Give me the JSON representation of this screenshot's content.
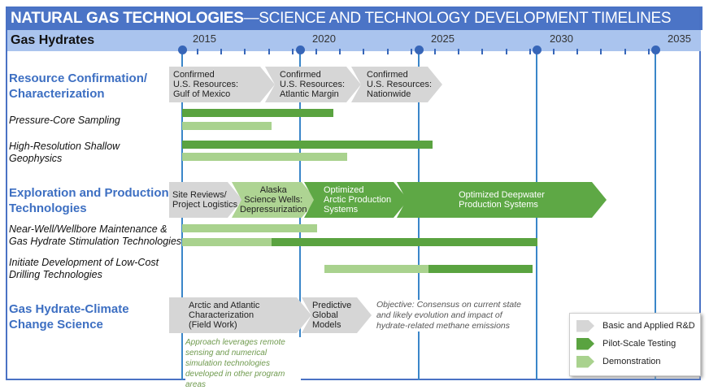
{
  "title": {
    "bold": "NATURAL GAS TECHNOLOGIES",
    "rest": "—SCIENCE AND TECHNOLOGY DEVELOPMENT TIMELINES"
  },
  "header": {
    "label": "Gas Hydrates",
    "years": [
      "2015",
      "2020",
      "2025",
      "2030",
      "2035"
    ]
  },
  "sections": {
    "resource": {
      "title_1": "Resource Confirmation/",
      "title_2": "Characterization",
      "arrows": [
        "Confirmed\nU.S. Resources:\nGulf of Mexico",
        "Confirmed\nU.S. Resources:\nAtlantic Margin",
        "Confirmed\nU.S. Resources:\nNationwide"
      ],
      "rows": [
        {
          "label_1": "Pressure-Core Sampling",
          "label_2": ""
        },
        {
          "label_1": "High-Resolution Shallow",
          "label_2": "Geophysics"
        }
      ]
    },
    "exploration": {
      "title_1": "Exploration and Production",
      "title_2": "Technologies",
      "arrows": [
        "Site Reviews/\nProject Logistics",
        "Alaska\nScience Wells:\nDepressurization",
        "Optimized\nArctic Production\nSystems",
        "Optimized Deepwater\nProduction Systems"
      ],
      "rows": [
        {
          "label_1": "Near-Well/Wellbore Maintenance &",
          "label_2": "Gas Hydrate Stimulation Technologies"
        },
        {
          "label_1": "Initiate Development of Low-Cost",
          "label_2": "Drilling Technologies"
        }
      ]
    },
    "climate": {
      "title_1": "Gas Hydrate-Climate",
      "title_2": "Change Science",
      "arrows": [
        "Arctic and Atlantic\nCharacterization\n(Field Work)",
        "Predictive\nGlobal\nModels"
      ],
      "objective": "Objective: Consensus on current state and likely evolution and impact of hydrate-related methane emissions",
      "note": "Approach leverages remote sensing and numerical simulation technologies developed in other program areas"
    }
  },
  "legend": [
    {
      "label": "Basic and Applied R&D",
      "color": "#d6d6d6"
    },
    {
      "label": "Pilot-Scale Testing",
      "color": "#5aa340"
    },
    {
      "label": "Demonstration",
      "color": "#a9d28e"
    }
  ],
  "colors": {
    "title_bg": "#4b74c6",
    "header_bg": "#aac4ee",
    "section_title": "#3d6fc2",
    "note": "#6f9a4e"
  }
}
